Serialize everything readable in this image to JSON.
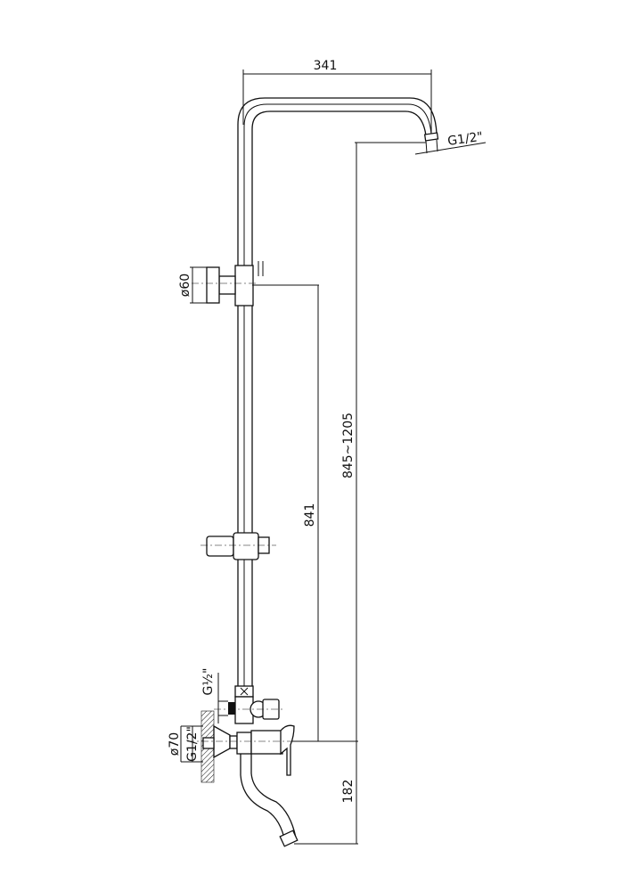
{
  "drawing": {
    "title": "Shower column technical drawing",
    "dimensions": {
      "arm_reach": "341",
      "head_thread": "G1/2\"",
      "holder_diameter": "ø60",
      "height_range": "845~1205",
      "holder_height": "841",
      "spout_drop": "182",
      "diverter_thread": "G½\"",
      "flange_diameter": "ø70",
      "inlet_thread": "G1/2\""
    }
  }
}
